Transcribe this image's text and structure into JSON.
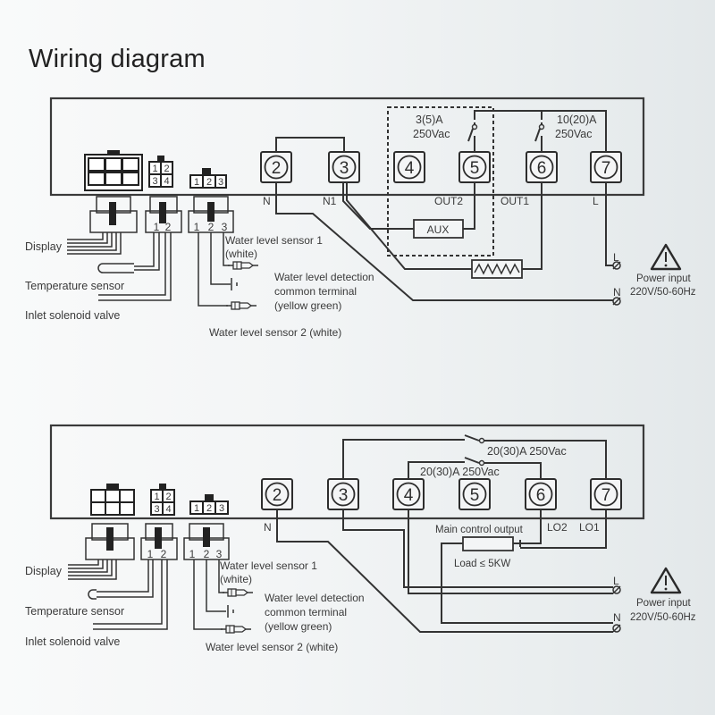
{
  "title": "Wiring diagram",
  "diagram1": {
    "terminals": [
      "2",
      "3",
      "4",
      "5",
      "6",
      "7"
    ],
    "terminal_labels": {
      "t2": "N",
      "t3": "N1",
      "t5": "OUT2",
      "t6": "OUT1",
      "t7": "L"
    },
    "relay_aux_rating": [
      "3(5)A",
      "250Vac"
    ],
    "relay_main_rating": [
      "10(20)A",
      "250Vac"
    ],
    "aux_box": "AUX",
    "connector_pins": {
      "c2": [
        "1",
        "2",
        "3",
        "4"
      ],
      "c3": [
        "1",
        "2",
        "3"
      ],
      "plug2": [
        "1",
        "2"
      ],
      "plug3": [
        "1",
        "2",
        "3"
      ]
    },
    "left_labels": {
      "display": "Display",
      "temp_sensor": "Temperature sensor",
      "inlet_valve": "Inlet solenoid valve"
    },
    "sensor_labels": {
      "wl1_line1": "Water level sensor 1",
      "wl1_line2": "(white)",
      "common_line1": "Water level detection",
      "common_line2": "common terminal",
      "common_line3": "(yellow green)",
      "wl2": "Water level sensor 2 (white)"
    },
    "power": {
      "L": "L",
      "N": "N",
      "line1": "Power input",
      "line2": "220V/50-60Hz"
    }
  },
  "diagram2": {
    "terminals": [
      "2",
      "3",
      "4",
      "5",
      "6",
      "7"
    ],
    "terminal_labels": {
      "t2": "N",
      "lo2": "LO2",
      "lo1": "LO1"
    },
    "relay1_rating": "20(30)A 250Vac",
    "relay2_rating": "20(30)A 250Vac",
    "main_output": "Main control output",
    "load": "Load ≤ 5KW",
    "connector_pins": {
      "c2": [
        "1",
        "2",
        "3",
        "4"
      ],
      "c3": [
        "1",
        "2",
        "3"
      ],
      "plug2": [
        "1",
        "2"
      ],
      "plug3": [
        "1",
        "2",
        "3"
      ]
    },
    "left_labels": {
      "display": "Display",
      "temp_sensor": "Temperature sensor",
      "inlet_valve": "Inlet solenoid valve"
    },
    "sensor_labels": {
      "wl1_line1": "Water level sensor 1",
      "wl1_line2": "(white)",
      "common_line1": "Water level detection",
      "common_line2": "common terminal",
      "common_line3": "(yellow green)",
      "wl2": "Water level sensor 2 (white)"
    },
    "power": {
      "L": "L",
      "N": "N",
      "line1": "Power input",
      "line2": "220V/50-60Hz"
    }
  }
}
